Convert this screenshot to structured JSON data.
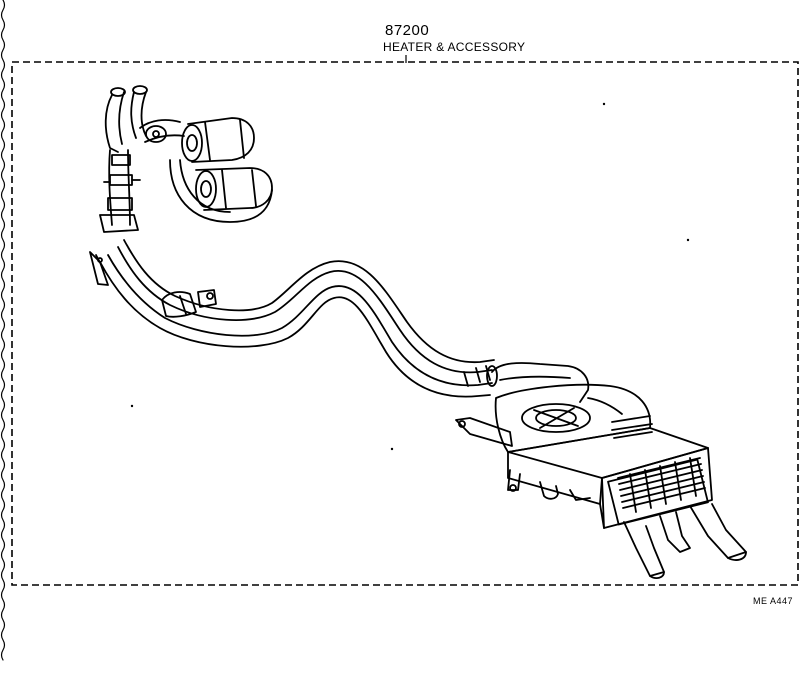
{
  "header": {
    "part_number": "87200",
    "part_name": "HEATER & ACCESSORY"
  },
  "footer": {
    "figure_code": "ME  A447"
  },
  "colors": {
    "line": "#000000",
    "background": "#ffffff"
  }
}
